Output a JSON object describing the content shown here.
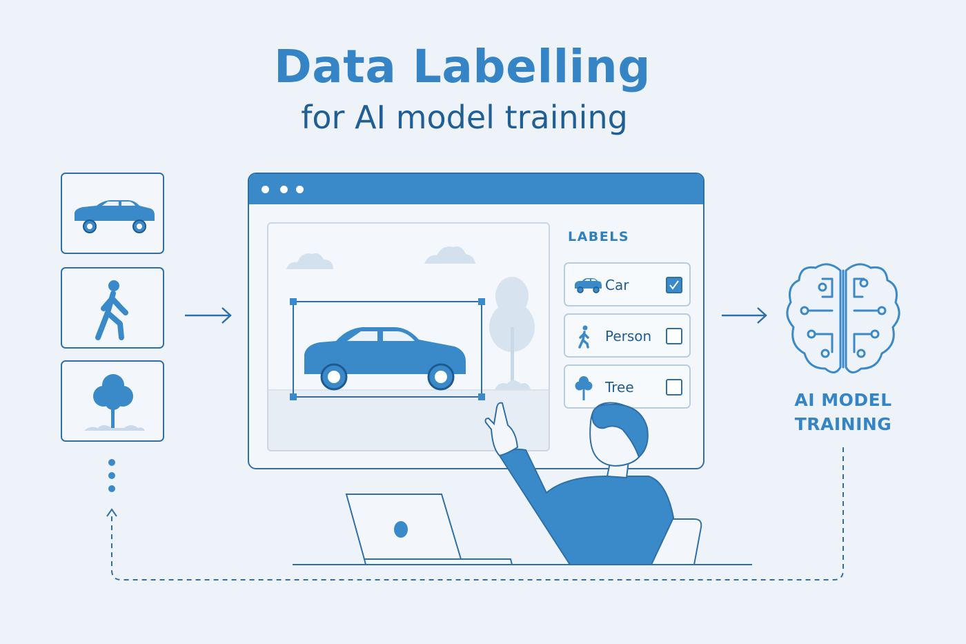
{
  "title": "Data Labelling",
  "subtitle": "for AI model training",
  "thumbnails": [
    {
      "icon": "car-icon"
    },
    {
      "icon": "person-walking-icon"
    },
    {
      "icon": "tree-icon"
    }
  ],
  "labels_panel": {
    "heading": "LABELS",
    "items": [
      {
        "label": "Car",
        "icon": "car-icon",
        "checked": true
      },
      {
        "label": "Person",
        "icon": "person-walking-icon",
        "checked": false
      },
      {
        "label": "Tree",
        "icon": "tree-icon",
        "checked": false
      }
    ]
  },
  "ai_model": {
    "line1": "AI MODEL",
    "line2": "TRAINING",
    "icon": "brain-circuit-icon"
  },
  "colors": {
    "background": "#eef3f9",
    "primary": "#3a89c9",
    "outline": "#2f6fa8",
    "title": "#3585c6",
    "subtitle": "#1f5f96"
  }
}
